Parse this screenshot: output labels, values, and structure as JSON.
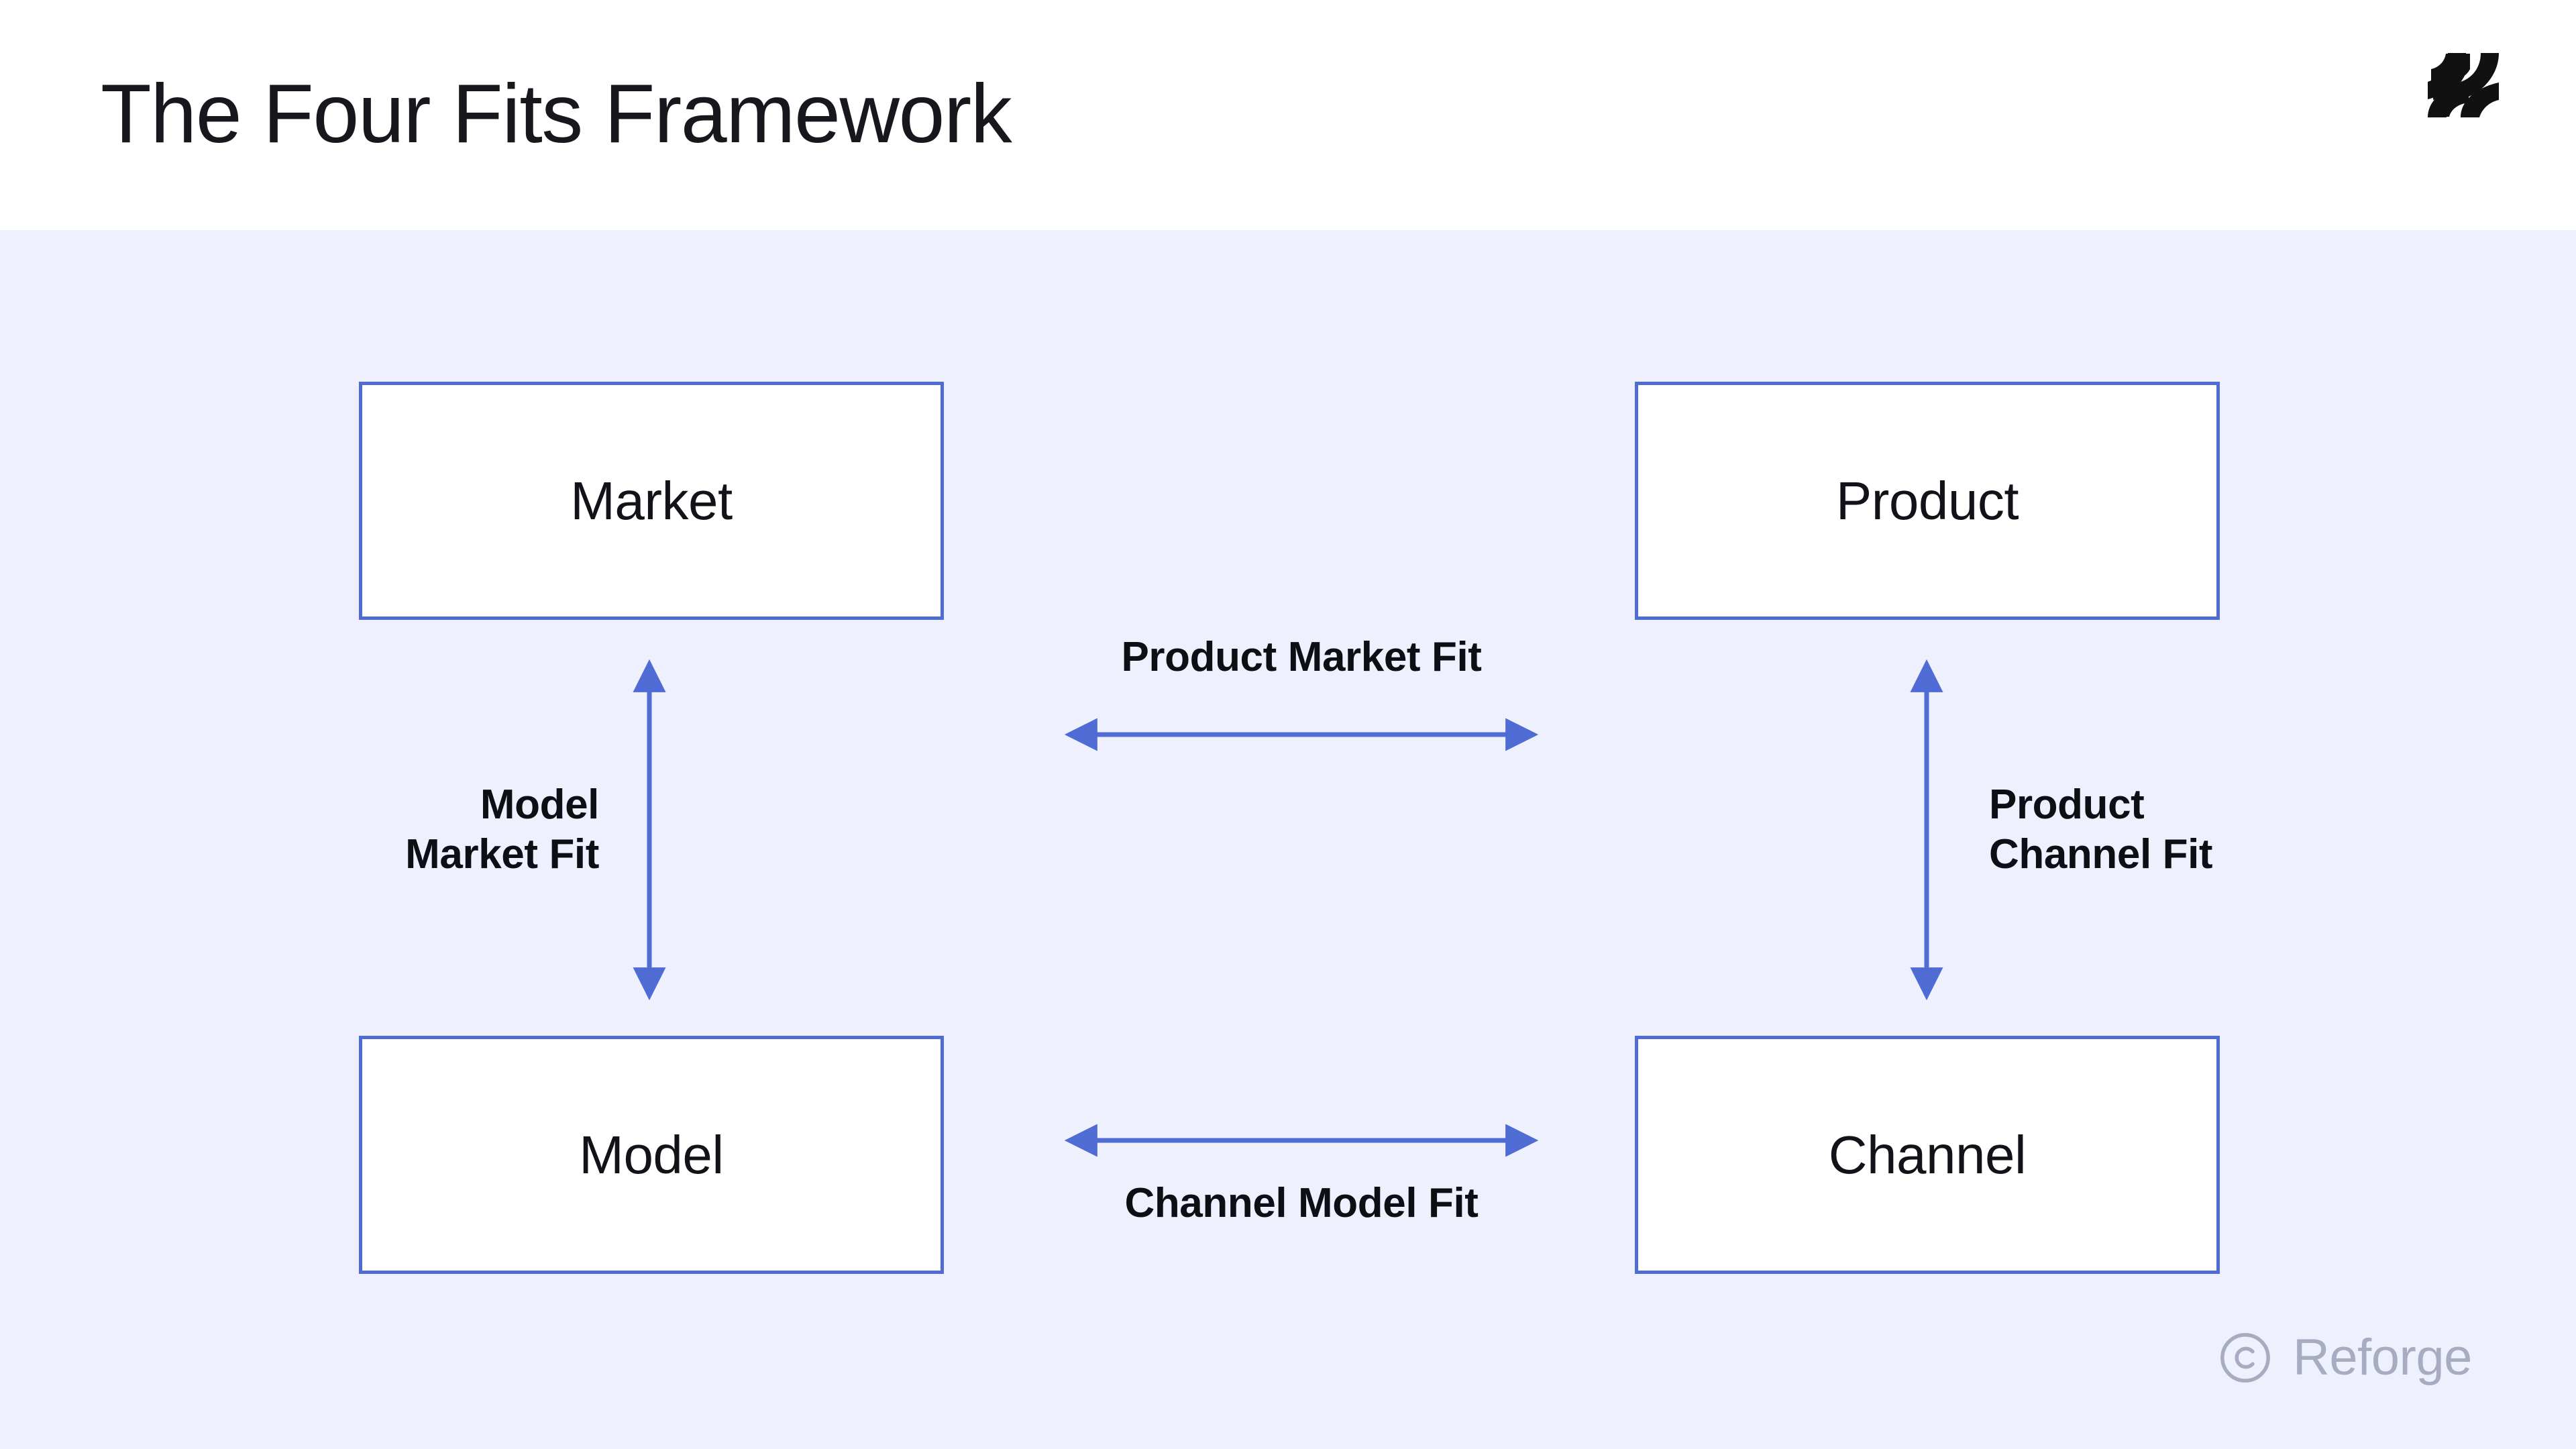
{
  "header": {
    "title": "The Four Fits Framework",
    "logo_icon": "reforge-logo-icon",
    "background_color": "#ffffff",
    "title_color": "#16181d"
  },
  "canvas": {
    "background_color": "#eef1fd"
  },
  "theme": {
    "accent_color": "#4f6cd4",
    "node_fill": "#ffffff",
    "node_border": "#4f6cd4",
    "label_color": "#0d0f14",
    "footer_color": "#a7acc0"
  },
  "diagram": {
    "nodes": [
      {
        "id": "market",
        "label": "Market"
      },
      {
        "id": "product",
        "label": "Product"
      },
      {
        "id": "model",
        "label": "Model"
      },
      {
        "id": "channel",
        "label": "Channel"
      }
    ],
    "edges": [
      {
        "id": "product-market-fit",
        "label": "Product Market Fit",
        "from": "market",
        "to": "product",
        "orientation": "horizontal",
        "arrowheads": "both",
        "label_position": "above"
      },
      {
        "id": "channel-model-fit",
        "label": "Channel Model Fit",
        "from": "model",
        "to": "channel",
        "orientation": "horizontal",
        "arrowheads": "both",
        "label_position": "below"
      },
      {
        "id": "model-market-fit",
        "label_line1": "Model",
        "label_line2": "Market Fit",
        "label": "Model\nMarket Fit",
        "from": "market",
        "to": "model",
        "orientation": "vertical",
        "arrowheads": "both",
        "label_position": "left"
      },
      {
        "id": "product-channel-fit",
        "label_line1": "Product",
        "label_line2": "Channel Fit",
        "label": "Product\nChannel Fit",
        "from": "product",
        "to": "channel",
        "orientation": "vertical",
        "arrowheads": "both",
        "label_position": "right"
      }
    ]
  },
  "footer": {
    "copyright_icon": "copyright-icon",
    "brand_name": "Reforge"
  }
}
